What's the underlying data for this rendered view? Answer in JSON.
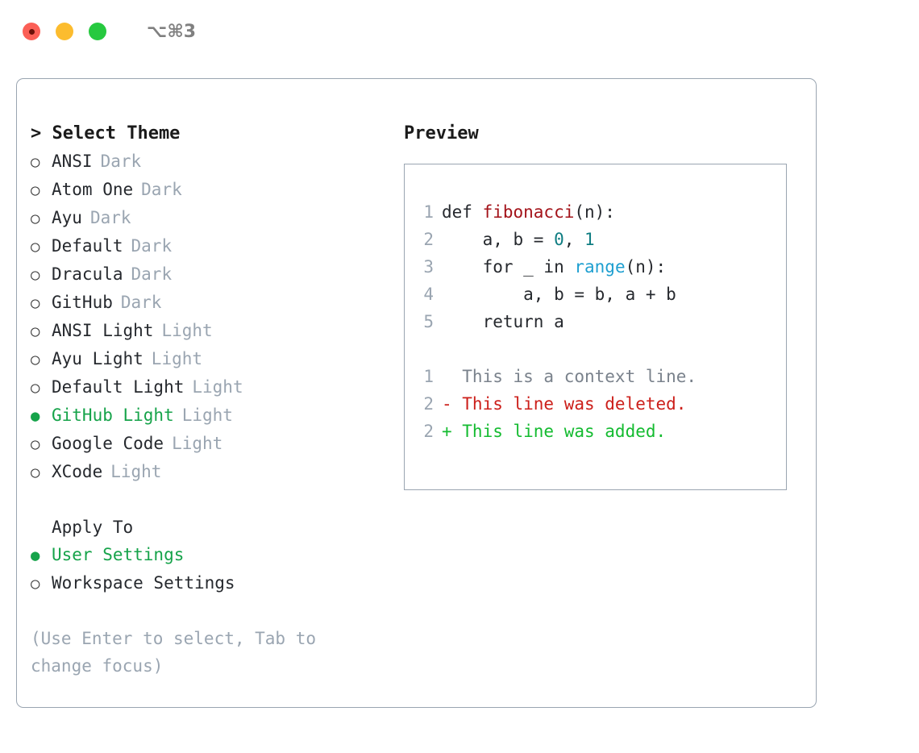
{
  "titlebar": {
    "dots": [
      {
        "name": "close-dot",
        "color": "#fb5f56"
      },
      {
        "name": "minimize-dot",
        "color": "#fcbc2e"
      },
      {
        "name": "maximize-dot",
        "color": "#26c93f"
      }
    ],
    "shortcut": "⌥⌘3"
  },
  "theme_picker": {
    "title": "> Select Theme",
    "items": [
      {
        "marker": "○",
        "label": "ANSI",
        "tag": "Dark",
        "selected": false
      },
      {
        "marker": "○",
        "label": "Atom One",
        "tag": "Dark",
        "selected": false
      },
      {
        "marker": "○",
        "label": "Ayu",
        "tag": "Dark",
        "selected": false
      },
      {
        "marker": "○",
        "label": "Default",
        "tag": "Dark",
        "selected": false
      },
      {
        "marker": "○",
        "label": "Dracula",
        "tag": "Dark",
        "selected": false
      },
      {
        "marker": "○",
        "label": "GitHub",
        "tag": "Dark",
        "selected": false
      },
      {
        "marker": "○",
        "label": "ANSI Light",
        "tag": "Light",
        "selected": false
      },
      {
        "marker": "○",
        "label": "Ayu Light",
        "tag": "Light",
        "selected": false
      },
      {
        "marker": "○",
        "label": "Default Light",
        "tag": "Light",
        "selected": false
      },
      {
        "marker": "●",
        "label": "GitHub Light",
        "tag": "Light",
        "selected": true
      },
      {
        "marker": "○",
        "label": "Google Code",
        "tag": "Light",
        "selected": false
      },
      {
        "marker": "○",
        "label": "XCode",
        "tag": "Light",
        "selected": false
      }
    ]
  },
  "apply_to": {
    "title": "Apply To",
    "items": [
      {
        "marker": "●",
        "label": "User Settings",
        "tag": "",
        "selected": true
      },
      {
        "marker": "○",
        "label": "Workspace Settings",
        "tag": "",
        "selected": false
      }
    ]
  },
  "hint": "(Use Enter to select, Tab to change focus)",
  "preview": {
    "title": "Preview",
    "code_lines": [
      {
        "no": "1",
        "parts": [
          {
            "t": "def ",
            "c": "code-text"
          },
          {
            "t": "fibonacci",
            "c": "tok-fn"
          },
          {
            "t": "(n):",
            "c": "code-text"
          }
        ]
      },
      {
        "no": "2",
        "parts": [
          {
            "t": "    a, b = ",
            "c": "code-text"
          },
          {
            "t": "0",
            "c": "tok-num"
          },
          {
            "t": ", ",
            "c": "code-text"
          },
          {
            "t": "1",
            "c": "tok-num"
          }
        ]
      },
      {
        "no": "3",
        "parts": [
          {
            "t": "    for _ in ",
            "c": "code-text"
          },
          {
            "t": "range",
            "c": "tok-call"
          },
          {
            "t": "(n):",
            "c": "code-text"
          }
        ]
      },
      {
        "no": "4",
        "parts": [
          {
            "t": "        a, b = b, a + b",
            "c": "code-text"
          }
        ]
      },
      {
        "no": "5",
        "parts": [
          {
            "t": "    return a",
            "c": "code-text"
          }
        ]
      }
    ],
    "diff_lines": [
      {
        "no": "1",
        "text": "  This is a context line.",
        "kind": "diff-context"
      },
      {
        "no": "2",
        "text": "- This line was deleted.",
        "kind": "diff-del"
      },
      {
        "no": "2",
        "text": "+ This line was added.",
        "kind": "diff-add"
      }
    ]
  },
  "colors": {
    "accent_green": "#16a34a",
    "muted_blue_grey": "#9aa5b1",
    "function_red": "#a3131a",
    "number_teal": "#0f7d82",
    "call_blue": "#1e9fd0",
    "diff_del_red": "#cc1f1a",
    "diff_add_green": "#14bb30",
    "panel_border": "#9aa5b1"
  }
}
